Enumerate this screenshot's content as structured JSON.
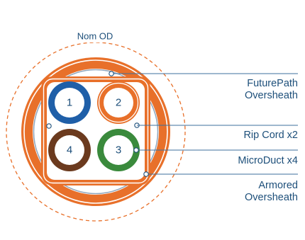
{
  "nom_od_label": "Nom OD",
  "labels": {
    "futurepath_line1": "FuturePath",
    "futurepath_line2": "Oversheath",
    "rip_cord": "Rip Cord x2",
    "microduct": "MicroDuct x4",
    "armored_line1": "Armored",
    "armored_line2": "Oversheath"
  },
  "ducts": [
    {
      "number": "1",
      "color": "#1f5fa8"
    },
    {
      "number": "2",
      "color": "#e8702a"
    },
    {
      "number": "3",
      "color": "#3a8a3c"
    },
    {
      "number": "4",
      "color": "#6b3a1e"
    }
  ],
  "colors": {
    "orange": "#e8702a",
    "navy": "#1d4f7a",
    "line_blue": "#3d6f9c",
    "steel": "#8fa6bd"
  }
}
